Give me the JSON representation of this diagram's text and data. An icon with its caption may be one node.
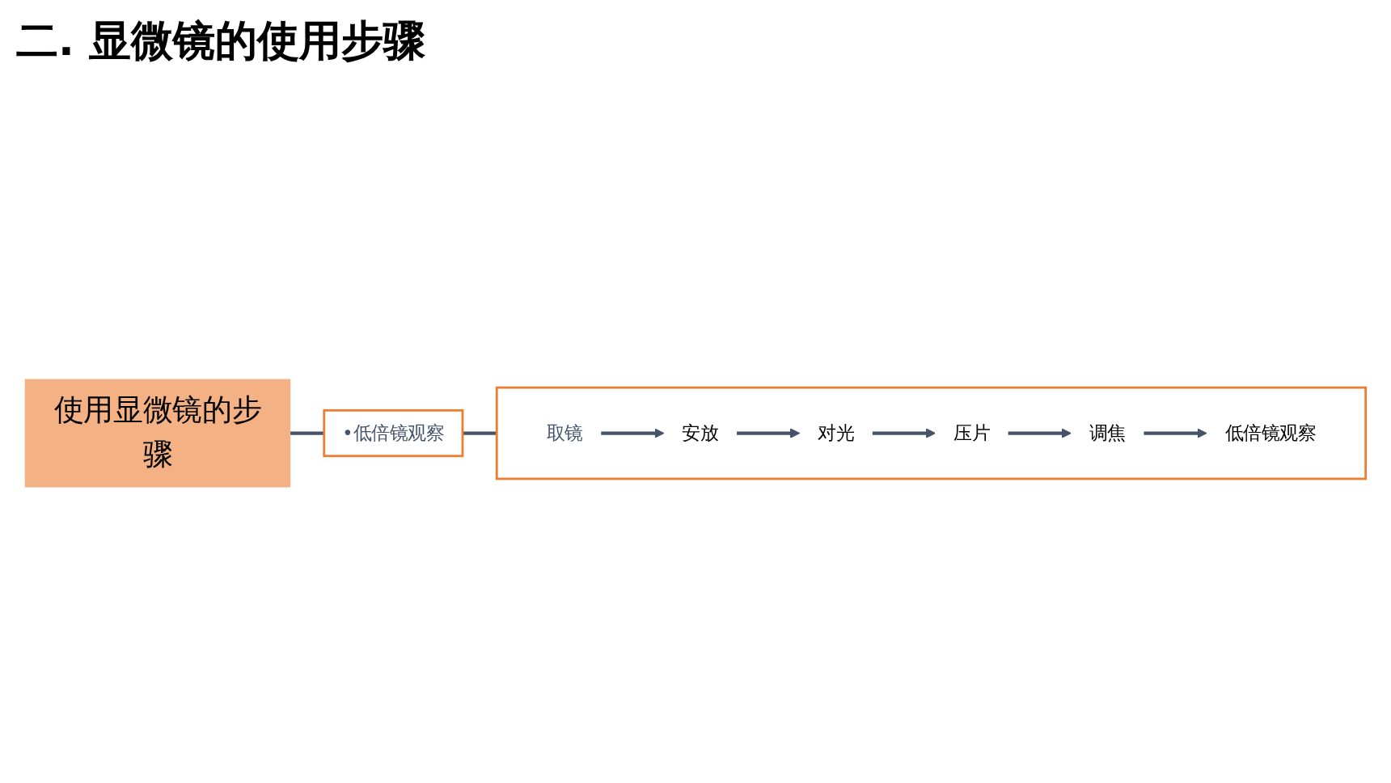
{
  "diagram": {
    "title": "二. 显微镜的使用步骤",
    "nodes": [
      {
        "text": [
          "使用显微镜的步骤"
        ]
      },
      {
        "text": [
          "•低倍镜观察"
        ]
      },
      {
        "text": [],
        "shape": "box"
      },
      {
        "text": [
          "取镜"
        ],
        "in": 2
      },
      {
        "text": [
          "安放"
        ],
        "in": 2
      },
      {
        "text": [
          "对光"
        ],
        "in": 2
      },
      {
        "text": [
          "压片"
        ],
        "in": 2
      },
      {
        "text": [
          "调焦"
        ],
        "in": 2
      },
      {
        "text": [
          "低倍镜观察"
        ],
        "in": 2
      }
    ],
    "edges": [
      {
        "from": 0,
        "to": 1,
        "arrow": "none"
      },
      {
        "from": 1,
        "to": 2,
        "arrow": "none"
      },
      {
        "from": 3,
        "to": 4,
        "arrow": "to"
      },
      {
        "from": 4,
        "to": 5,
        "arrow": "to"
      },
      {
        "from": 5,
        "to": 6,
        "arrow": "to"
      },
      {
        "from": 6,
        "to": 7,
        "arrow": "to"
      },
      {
        "from": 7,
        "to": 8,
        "arrow": "to"
      }
    ]
  }
}
